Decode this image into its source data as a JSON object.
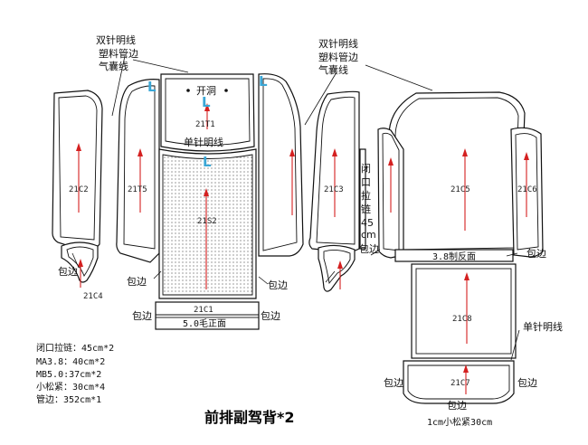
{
  "annotations": {
    "top_left_note": [
      "双针明线",
      "塑料管边",
      "气囊线"
    ],
    "top_right_note": [
      "双针明线",
      "塑料管边",
      "气囊线"
    ],
    "kaidong": "开洞",
    "dan_zhen_mid": "单针明线",
    "dan_zhen_right": "单针明线",
    "bao_bian": "包边",
    "l_marker": "L",
    "zip_vertical": [
      "闭",
      "口",
      "拉",
      "链",
      "45",
      "cm"
    ],
    "bar_38": "3.8制反面",
    "bar_50": "5.0毛正面",
    "small_elastic": "1cm小松紧30cm"
  },
  "pieces": {
    "c2": "21C2",
    "t5": "21T5",
    "t1": "21T1",
    "s2": "21S2",
    "c3": "21C3",
    "c5": "21C5",
    "c6": "21C6",
    "c4": "21C4",
    "c1": "21C1",
    "c8": "21C8",
    "c7": "21C7"
  },
  "spec_list": [
    "闭口拉链：45cm*2",
    "MA3.8：40cm*2",
    "MB5.0:37cm*2",
    "小松紧：30cm*4",
    "管边：352cm*1"
  ],
  "title": "前排副驾背*2",
  "colors": {
    "grain_arrow": "#d42020",
    "l_marker": "#3aa7d6",
    "outline": "#111111"
  }
}
